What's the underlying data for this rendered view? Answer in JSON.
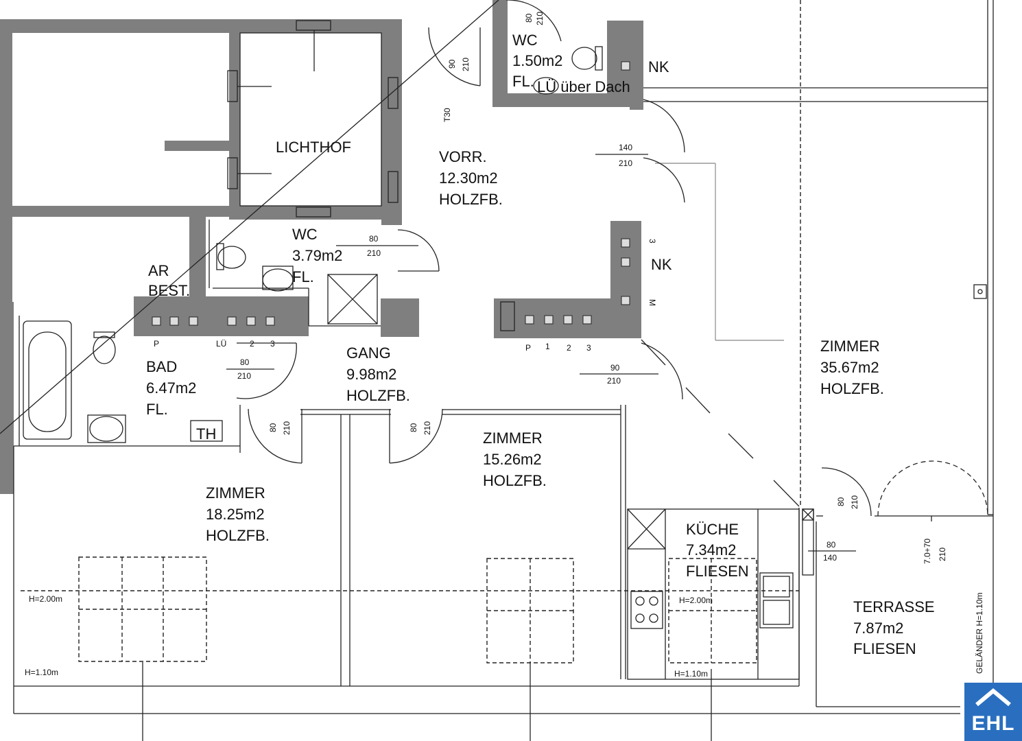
{
  "rooms": [
    {
      "id": "lichthof",
      "lines": [
        "LICHTHOF"
      ]
    },
    {
      "id": "wc-top",
      "lines": [
        "WC",
        "1.50m2",
        "FL."
      ]
    },
    {
      "id": "lu-dach",
      "lines": [
        "LÜ über Dach"
      ]
    },
    {
      "id": "nk-top",
      "lines": [
        "NK"
      ]
    },
    {
      "id": "vorr",
      "lines": [
        "VORR.",
        "12.30m2",
        "HOLZFB."
      ]
    },
    {
      "id": "wc-mid",
      "lines": [
        "WC",
        "3.79m2",
        "FL."
      ]
    },
    {
      "id": "nk-mid",
      "lines": [
        "NK"
      ]
    },
    {
      "id": "ar",
      "lines": [
        "AR",
        "BEST."
      ]
    },
    {
      "id": "bad",
      "lines": [
        "BAD",
        "6.47m2",
        "FL."
      ]
    },
    {
      "id": "gang",
      "lines": [
        "GANG",
        "9.98m2",
        "HOLZFB."
      ]
    },
    {
      "id": "zimmer-large",
      "lines": [
        "ZIMMER",
        "35.67m2",
        "HOLZFB."
      ]
    },
    {
      "id": "zimmer-mid",
      "lines": [
        "ZIMMER",
        "15.26m2",
        "HOLZFB."
      ]
    },
    {
      "id": "zimmer-left",
      "lines": [
        "ZIMMER",
        "18.25m2",
        "HOLZFB."
      ]
    },
    {
      "id": "kueche",
      "lines": [
        "KÜCHE",
        "7.34m2",
        "FLIESEN"
      ]
    },
    {
      "id": "terrasse",
      "lines": [
        "TERRASSE",
        "7.87m2",
        "FLIESEN"
      ]
    },
    {
      "id": "th",
      "lines": [
        "TH"
      ]
    }
  ],
  "door_labels": [
    {
      "id": "d-wc-top",
      "w": "80",
      "h": "210"
    },
    {
      "id": "d-vorr-top",
      "w": "90",
      "h": "210"
    },
    {
      "id": "d-vorr-right",
      "w": "140",
      "h": "210"
    },
    {
      "id": "d-wc-mid",
      "w": "80",
      "h": "210"
    },
    {
      "id": "d-bad",
      "w": "80",
      "h": "210"
    },
    {
      "id": "d-zimmer-left",
      "w": "80",
      "h": "210"
    },
    {
      "id": "d-zimmer-mid",
      "w": "80",
      "h": "210"
    },
    {
      "id": "d-gang-right",
      "w": "90",
      "h": "210"
    },
    {
      "id": "d-terr-a",
      "w": "80",
      "h": "210"
    },
    {
      "id": "d-terr-b",
      "w": "80",
      "h": "140"
    },
    {
      "id": "d-terr-c",
      "w": "7.0+70",
      "h": "210"
    }
  ],
  "small_labels": {
    "t30": "T30",
    "shaft_left": [
      "P",
      "LÜ",
      "2",
      "3"
    ],
    "shaft_right": [
      "P",
      "1",
      "2",
      "3"
    ],
    "nk_side": [
      "3",
      "M"
    ],
    "heights": [
      "H=2.00m",
      "H=1.10m",
      "H=2.00m",
      "H=1.10m"
    ],
    "gelaender": "GELÄNDER H=1.10m"
  },
  "logo": {
    "text": "EHL"
  },
  "colors": {
    "wall": "#7f7f7f",
    "logo": "#2a6fbf"
  }
}
